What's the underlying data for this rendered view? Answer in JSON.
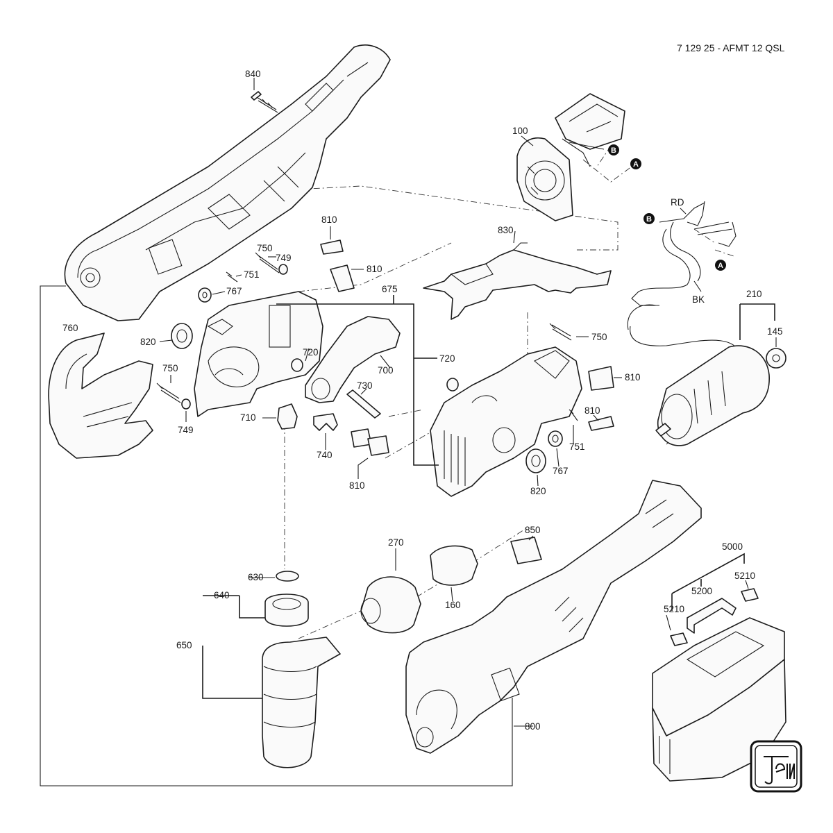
{
  "header": {
    "title": "7 129 25 - AFMT 12 QSL"
  },
  "callouts": {
    "c840": "840",
    "c100": "100",
    "c750a": "750",
    "c749a": "749",
    "c751a": "751",
    "c767a": "767",
    "c810a": "810",
    "c810b": "810",
    "c830": "830",
    "c675": "675",
    "c760": "760",
    "c820a": "820",
    "c720a": "720",
    "c700": "700",
    "c750b": "750",
    "c749b": "749",
    "c730": "730",
    "c710": "710",
    "c740": "740",
    "c810c": "810",
    "c720b": "720",
    "c750c": "750",
    "c810d": "810",
    "c810e": "810",
    "c751b": "751",
    "c767b": "767",
    "c820b": "820",
    "c210": "210",
    "c145": "145",
    "c270": "270",
    "c160": "160",
    "c850": "850",
    "c630": "630",
    "c640": "640",
    "c650": "650",
    "c800": "800",
    "c5000": "5000",
    "c5210a": "5210",
    "c5200": "5200",
    "c5210b": "5210"
  },
  "wires": {
    "red": "RD",
    "black": "BK"
  },
  "markers": {
    "a": "A",
    "b": "B"
  },
  "logo": {
    "icon": "fein-logo-icon"
  }
}
